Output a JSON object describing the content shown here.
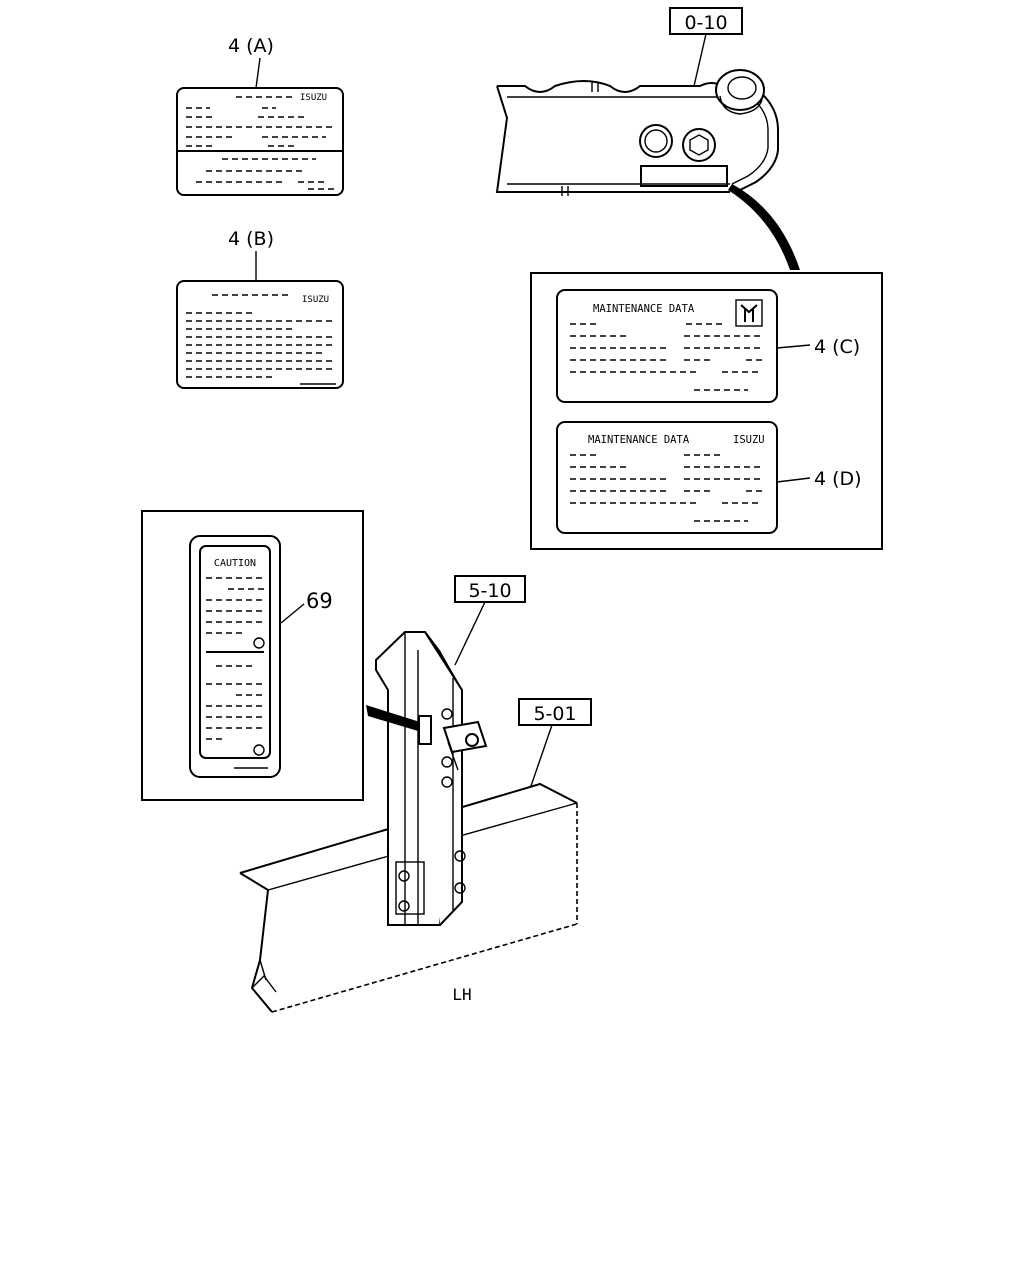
{
  "callouts": {
    "label_4a": "4 (A)",
    "label_4b": "4 (B)",
    "label_4c": "4 (C)",
    "label_4d": "4 (D)",
    "label_69": "69",
    "ref_0_10": "0-10",
    "ref_5_10": "5-10",
    "ref_5_01": "5-01"
  },
  "labels": {
    "brand_a": "ISUZU",
    "brand_b": "ISUZU",
    "maintenance_c": "MAINTENANCE DATA",
    "maintenance_d": "MAINTENANCE DATA",
    "brand_d": "ISUZU",
    "caution": "CAUTION",
    "side": "LH"
  },
  "icons": {
    "label_c_logo": "isuzu-logo-icon"
  }
}
